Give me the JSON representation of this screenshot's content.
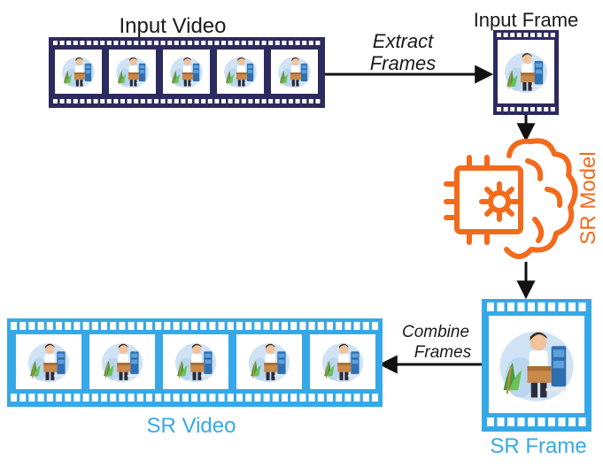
{
  "labels": {
    "input_video": "Input Video",
    "input_frame": "Input Frame",
    "extract_line1": "Extract",
    "extract_line2": "Frames",
    "sr_model": "SR Model",
    "combine_line1": "Combine",
    "combine_line2": "Frames",
    "sr_video": "SR Video",
    "sr_frame": "SR Frame"
  },
  "colors": {
    "input_strip": "#2c2a5e",
    "sr_strip": "#35a9e8",
    "sr_model": "#f26b1d",
    "arrow": "#111111",
    "text_dark": "#1a1a1a"
  },
  "icons": {
    "input_video": "film-strip-icon",
    "input_frame": "film-frame-icon",
    "sr_model": "ai-brain-chip-icon",
    "sr_frame": "film-frame-icon",
    "sr_video": "film-strip-icon",
    "frame_thumbnail": "person-with-box-thumbnail"
  }
}
